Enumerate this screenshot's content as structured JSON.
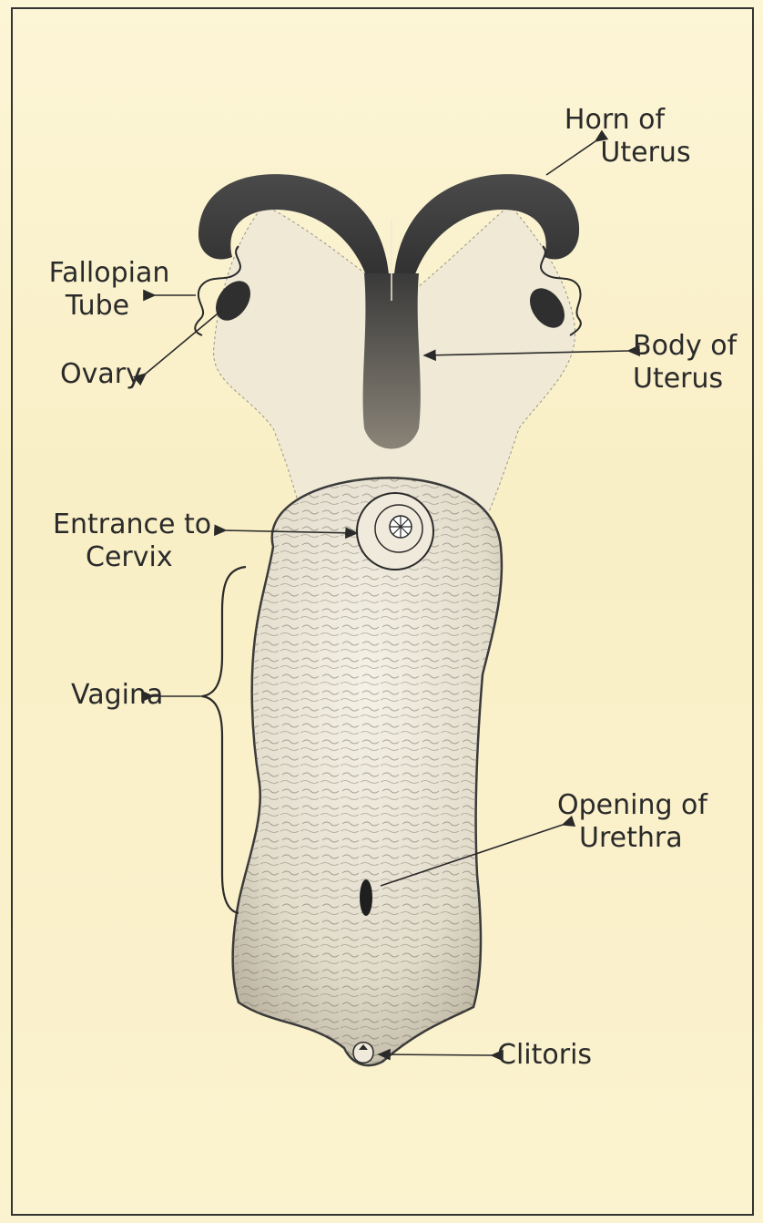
{
  "labels": {
    "horn_of_uterus": [
      "Horn of",
      "Uterus"
    ],
    "fallopian_tube": [
      "Fallopian",
      "Tube"
    ],
    "ovary": "Ovary",
    "body_of_uterus": [
      "Body of",
      "Uterus"
    ],
    "entrance_to_cervix": [
      "Entrance to",
      "Cervix"
    ],
    "vagina": "Vagina",
    "opening_of_urethra": [
      "Opening of",
      "Urethra"
    ],
    "clitoris": "Clitoris"
  },
  "colors": {
    "paper": "#fbf3d2",
    "ink": "#2a2a2a",
    "uterus_dark": "#3a3a3a",
    "tissue_fill": "#ebe6d4"
  }
}
